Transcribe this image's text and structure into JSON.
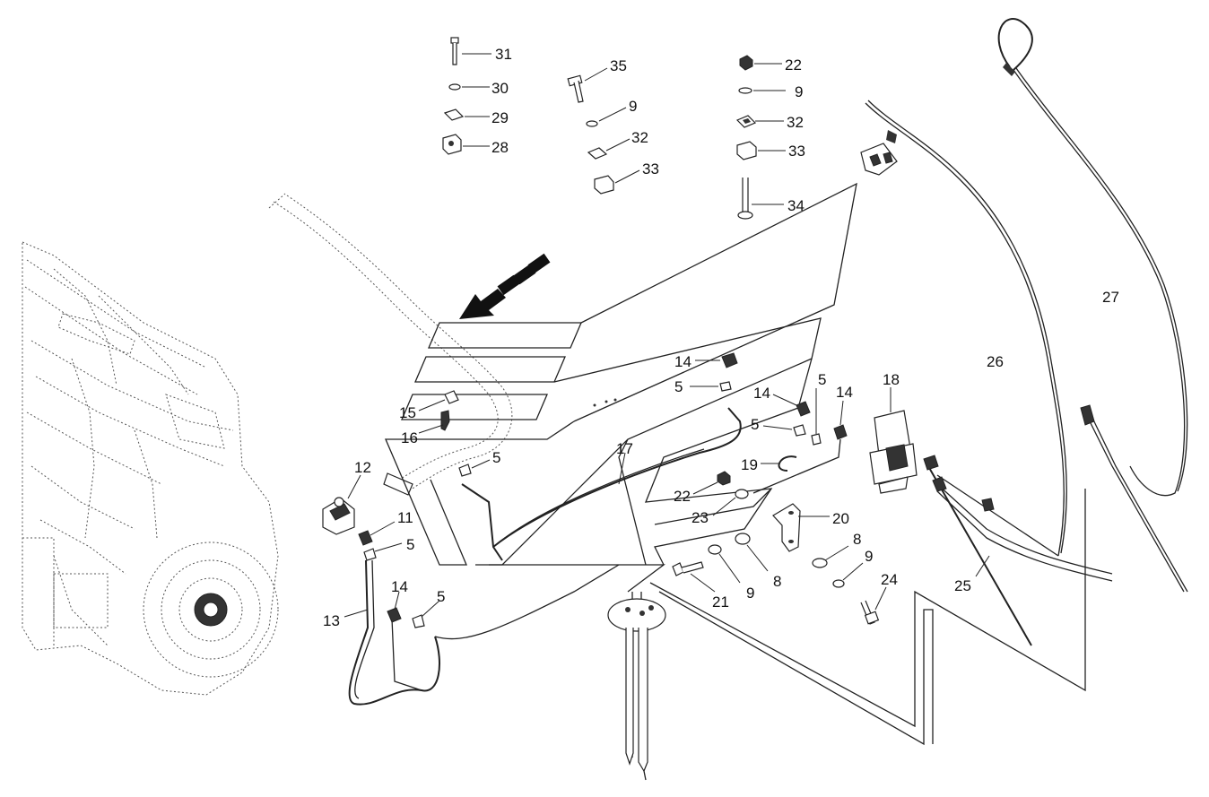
{
  "callouts": [
    {
      "id": "c31a",
      "label": "31"
    },
    {
      "id": "c30a",
      "label": "30"
    },
    {
      "id": "c29a",
      "label": "29"
    },
    {
      "id": "c28a",
      "label": "28"
    },
    {
      "id": "c35a",
      "label": "35"
    },
    {
      "id": "c9a",
      "label": "9"
    },
    {
      "id": "c32a",
      "label": "32"
    },
    {
      "id": "c33a",
      "label": "33"
    },
    {
      "id": "c22a",
      "label": "22"
    },
    {
      "id": "c9b",
      "label": "9"
    },
    {
      "id": "c32b",
      "label": "32"
    },
    {
      "id": "c33b",
      "label": "33"
    },
    {
      "id": "c34a",
      "label": "34"
    },
    {
      "id": "c27a",
      "label": "27"
    },
    {
      "id": "c26a",
      "label": "26"
    },
    {
      "id": "c18a",
      "label": "18"
    },
    {
      "id": "c14a",
      "label": "14"
    },
    {
      "id": "c5a",
      "label": "5"
    },
    {
      "id": "c14b",
      "label": "14"
    },
    {
      "id": "c5b",
      "label": "5"
    },
    {
      "id": "c14c",
      "label": "14"
    },
    {
      "id": "c5c",
      "label": "5"
    },
    {
      "id": "c15a",
      "label": "15"
    },
    {
      "id": "c16a",
      "label": "16"
    },
    {
      "id": "c5d",
      "label": "5"
    },
    {
      "id": "c17a",
      "label": "17"
    },
    {
      "id": "c19a",
      "label": "19"
    },
    {
      "id": "c22b",
      "label": "22"
    },
    {
      "id": "c23a",
      "label": "23"
    },
    {
      "id": "c20a",
      "label": "20"
    },
    {
      "id": "c12a",
      "label": "12"
    },
    {
      "id": "c11a",
      "label": "11"
    },
    {
      "id": "c5e",
      "label": "5"
    },
    {
      "id": "c8a",
      "label": "8"
    },
    {
      "id": "c8b",
      "label": "8"
    },
    {
      "id": "c9c",
      "label": "9"
    },
    {
      "id": "c9d",
      "label": "9"
    },
    {
      "id": "c21a",
      "label": "21"
    },
    {
      "id": "c24a",
      "label": "24"
    },
    {
      "id": "c25a",
      "label": "25"
    },
    {
      "id": "c14d",
      "label": "14"
    },
    {
      "id": "c5f",
      "label": "5"
    },
    {
      "id": "c13a",
      "label": "13"
    }
  ],
  "colors": {
    "line": "#222222",
    "background": "#ffffff"
  }
}
